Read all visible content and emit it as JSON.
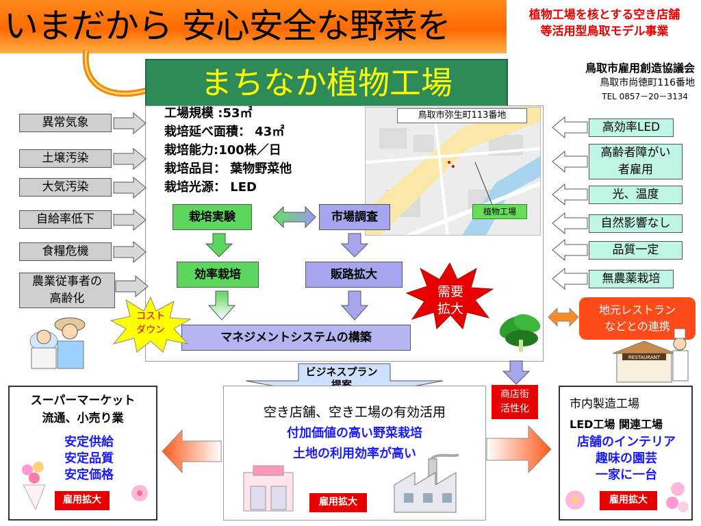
{
  "header": {
    "banner": "いまだから 安心安全な野菜を",
    "project_title_line1": "植物工場を核とする空き店舗",
    "project_title_line2": "等活用型鳥取モデル事業",
    "main_title": "まちなか植物工場"
  },
  "organization": {
    "name": "鳥取市雇用創造協議会",
    "address": "鳥取市尚徳町116番地",
    "tel": "TEL 0857－20－3134"
  },
  "specs": [
    "工場規模 :53㎡",
    "栽培延べ面積： 43㎡",
    "栽培能力:100株／日",
    "栽培品目： 葉物野菜他",
    "栽培光源： LED"
  ],
  "map": {
    "address": "鳥取市弥生町113番地",
    "label": "植物工場"
  },
  "left_factors": [
    "異常気象",
    "土壌汚染",
    "大気汚染",
    "自給率低下",
    "食糧危機",
    "農業従事者の",
    "高齢化"
  ],
  "right_features": [
    "高効率LED",
    "高齢者障がい",
    "者雇用",
    "光、温度",
    "自然影響なし",
    "品質一定",
    "無農薬栽培"
  ],
  "process": {
    "experiment": "栽培実験",
    "market_research": "市場調査",
    "efficient": "効率栽培",
    "channel": "販路拡大",
    "management": "マネジメントシステムの構築",
    "demand_line1": "需要",
    "demand_line2": "拡大",
    "cost_line1": "コスト",
    "cost_line2": "ダウン"
  },
  "restaurant": {
    "line1": "地元レストラン",
    "line2": "などとの連携",
    "sign": "RESTAURANT"
  },
  "business_plan": {
    "line1": "ビジネスプラン",
    "line2": "提案"
  },
  "shotengai": {
    "line1": "商店街",
    "line2": "活性化"
  },
  "bottom_left": {
    "line1": "スーパーマーケット",
    "line2": "流通、小売り業",
    "blue1": "安定供給",
    "blue2": "安定品質",
    "blue3": "安定価格",
    "label": "雇用拡大"
  },
  "bottom_middle": {
    "line1": "空き店舗、空き工場の有効活用",
    "blue1": "付加価値の高い野菜栽培",
    "blue2": "土地の利用効率が高い",
    "label": "雇用拡大"
  },
  "bottom_right": {
    "line1": "市内製造工場",
    "line2": "LED工場 関連工場",
    "blue1": "店舗のインテリア",
    "blue2": "趣味の園芸",
    "blue3": "一家に一台",
    "label": "雇用拡大"
  },
  "colors": {
    "banner": "#ff6a00",
    "title_bg": "#2e8b57",
    "title_text": "#ffff00",
    "green_box": "#5cd65c",
    "blue_box": "#a6a6ee",
    "feature_box": "#bff5e6",
    "factor_box": "#cfcfcf",
    "accent_red": "#e60000",
    "blue_text": "#1a1aff"
  }
}
